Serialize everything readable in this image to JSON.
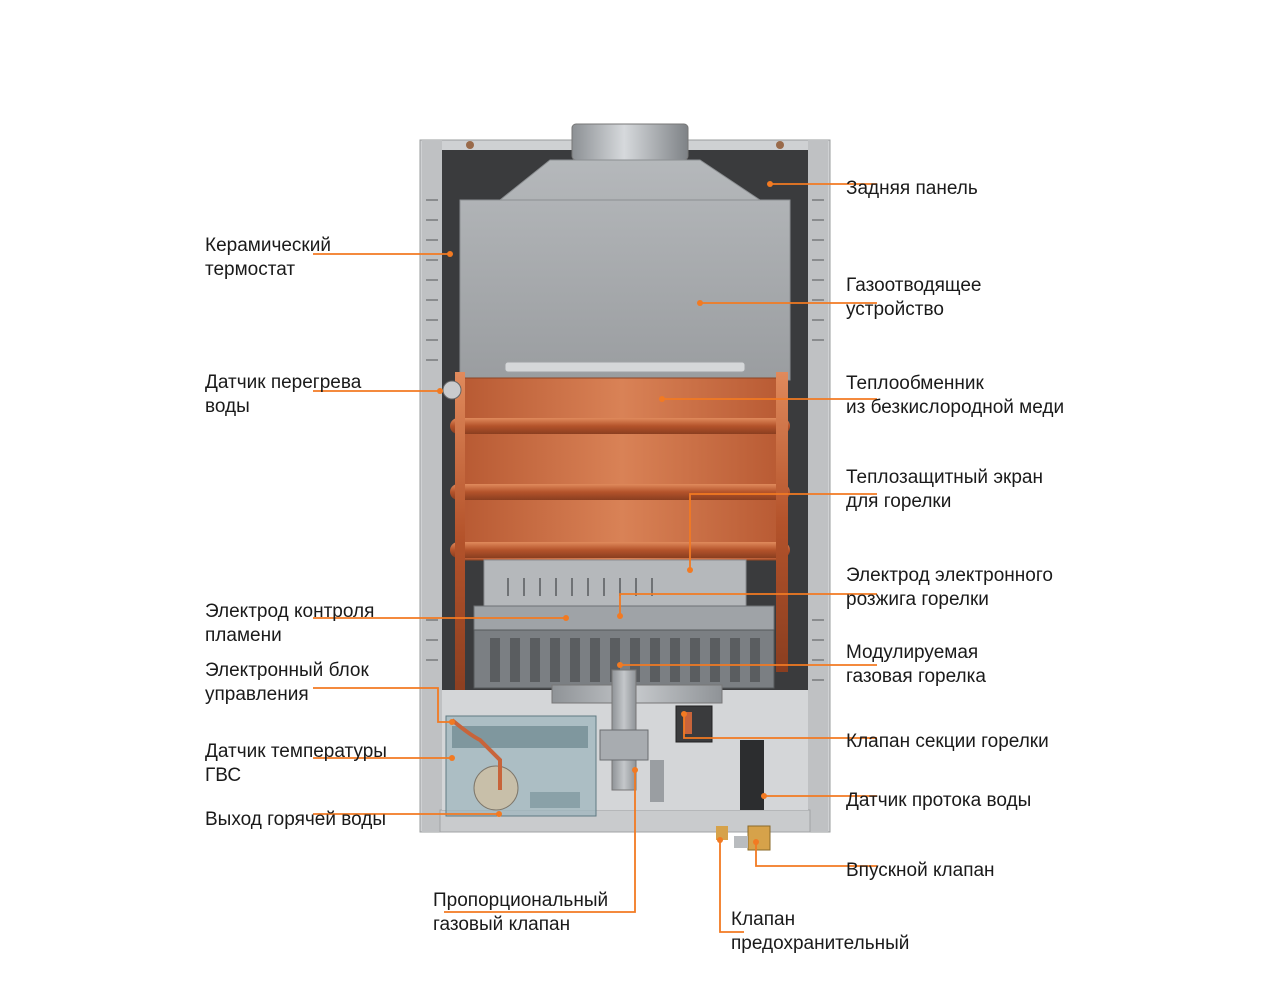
{
  "colors": {
    "leader": "#f27a22",
    "copper": "#c8643a",
    "steel": "#b9bcbf",
    "panel": "#d9dadb"
  },
  "labels": {
    "rear_panel": {
      "l1": "Задняя панель",
      "l2": ""
    },
    "ceramic_thermostat": {
      "l1": "Керамический",
      "l2": "термостат"
    },
    "flue_device": {
      "l1": "Газоотводящее",
      "l2": "устройство"
    },
    "overheat_sensor": {
      "l1": "Датчик перегрева",
      "l2": "воды"
    },
    "heat_exchanger": {
      "l1": "Теплообменник",
      "l2": "из безкислородной меди"
    },
    "heat_shield": {
      "l1": "Теплозащитный экран",
      "l2": "для горелки"
    },
    "ignition_electrode": {
      "l1": "Электрод электронного",
      "l2": "розжига горелки"
    },
    "flame_electrode": {
      "l1": "Электрод контроля",
      "l2": "пламени"
    },
    "modulating_burner": {
      "l1": "Модулируемая",
      "l2": "газовая горелка"
    },
    "control_unit": {
      "l1": "Электронный блок",
      "l2": "управления"
    },
    "burner_section_valve": {
      "l1": "Клапан секции горелки",
      "l2": ""
    },
    "dhw_temp_sensor": {
      "l1": "Датчик температуры",
      "l2": "ГВС"
    },
    "water_flow_sensor": {
      "l1": "Датчик протока воды",
      "l2": ""
    },
    "hot_water_outlet": {
      "l1": "Выход горячей воды",
      "l2": ""
    },
    "inlet_valve": {
      "l1": "Впускной клапан",
      "l2": ""
    },
    "proportional_gas_valve": {
      "l1": "Пропорциональный",
      "l2": "газовый клапан"
    },
    "safety_valve": {
      "l1": "Клапан",
      "l2": "предохранительный"
    }
  }
}
